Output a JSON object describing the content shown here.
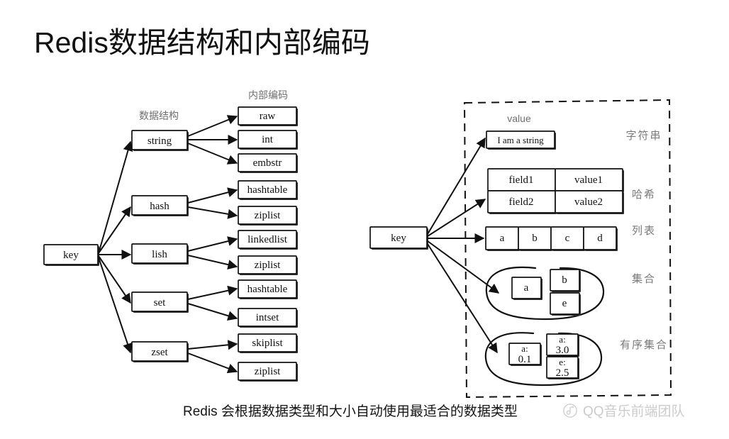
{
  "slide": {
    "title": "Redis数据结构和内部编码",
    "caption": "Redis 会根据数据类型和大小自动使用最适合的数据类型"
  },
  "watermark": {
    "text": "QQ音乐前端团队",
    "logo_icon": "qq-music-note-icon",
    "color": "#8d8d8d"
  },
  "left_diagram": {
    "headers": {
      "data_structure": "数据结构",
      "internal_encoding": "内部编码"
    },
    "root": {
      "label": "key"
    },
    "structures": [
      {
        "label": "string",
        "encodings": [
          "raw",
          "int",
          "embstr"
        ]
      },
      {
        "label": "hash",
        "encodings": [
          "hashtable",
          "ziplist"
        ]
      },
      {
        "label": "lish",
        "encodings": [
          "linkedlist",
          "ziplist"
        ]
      },
      {
        "label": "set",
        "encodings": [
          "hashtable",
          "intset"
        ]
      },
      {
        "label": "zset",
        "encodings": [
          "skiplist",
          "ziplist"
        ]
      }
    ],
    "encoding_boxes": [
      "raw",
      "int",
      "embstr",
      "hashtable",
      "ziplist",
      "linkedlist",
      "ziplist",
      "hashtable",
      "intset",
      "skiplist",
      "ziplist"
    ]
  },
  "right_diagram": {
    "root": {
      "label": "key"
    },
    "value_header": "value",
    "type_labels": {
      "string": "字符串",
      "hash": "哈希",
      "list": "列表",
      "set": "集合",
      "zset": "有序集合"
    },
    "string_value": "I am a string",
    "hash_rows": [
      {
        "field": "field1",
        "value": "value1"
      },
      {
        "field": "field2",
        "value": "value2"
      }
    ],
    "list_items": [
      "a",
      "b",
      "c",
      "d"
    ],
    "set_items": [
      "a",
      "b",
      "e"
    ],
    "zset_items": [
      {
        "member": "a:",
        "score": "0.1"
      },
      {
        "member": "a:",
        "score": "3.0"
      },
      {
        "member": "e:",
        "score": "2.5"
      }
    ]
  },
  "colors": {
    "ink": "#111111",
    "header_text": "#6f6f6f",
    "background": "#ffffff"
  }
}
